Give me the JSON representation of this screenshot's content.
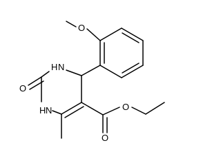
{
  "molecule": {
    "atom_labels": {
      "methoxy_oxygen": "O",
      "ring_nh_upper": "H",
      "ring_n_upper": "N",
      "carbonyl_oxygen": "O",
      "ring_nh_lower": "H",
      "ring_n_lower": "N",
      "ester_carbonyl_oxygen": "O",
      "ester_ether_oxygen": "O"
    },
    "colors": {
      "bond": "#000000",
      "label": "#000000",
      "background": "#ffffff"
    }
  }
}
